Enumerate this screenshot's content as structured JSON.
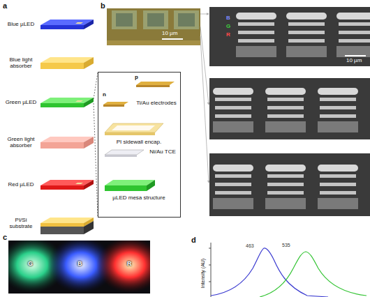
{
  "diagram": {
    "nodes": [
      {
        "text": [
          "p",
          "n",
          "Ti/Au electrodes",
          "PI sidewall encap.",
          "Ni/Au TCE",
          "µLED mesa structure"
        ]
      }
    ],
    "labels": [
      "a",
      "Blue µLED",
      "Blue light absorber",
      "Green µLED",
      "Green light absorber",
      "Red µLED",
      "PI/Si substrate",
      "b",
      "10 µm",
      "B",
      "G",
      "R",
      "10 µm",
      "c",
      "G",
      "B",
      "R",
      "d",
      "Intensity (AU)",
      "463",
      "535"
    ]
  }
}
